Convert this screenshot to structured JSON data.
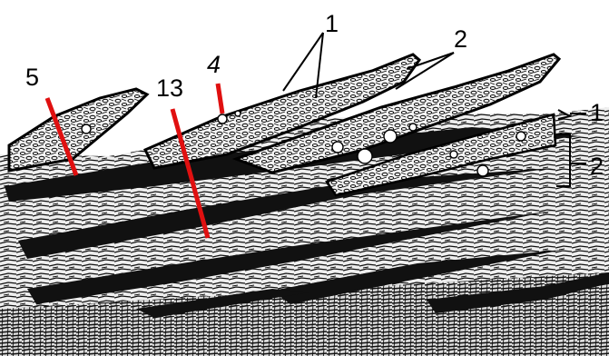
{
  "labels": {
    "l1_top": "1",
    "l2_top": "2",
    "l4": "4",
    "l5": "5",
    "l13": "13",
    "l1_right": "1",
    "l2_right": "2"
  },
  "colors": {
    "tissue_dark": "#111111",
    "tissue_light": "#f4f4f4",
    "pointer_red": "#e01010",
    "pointer_black": "#000000"
  }
}
